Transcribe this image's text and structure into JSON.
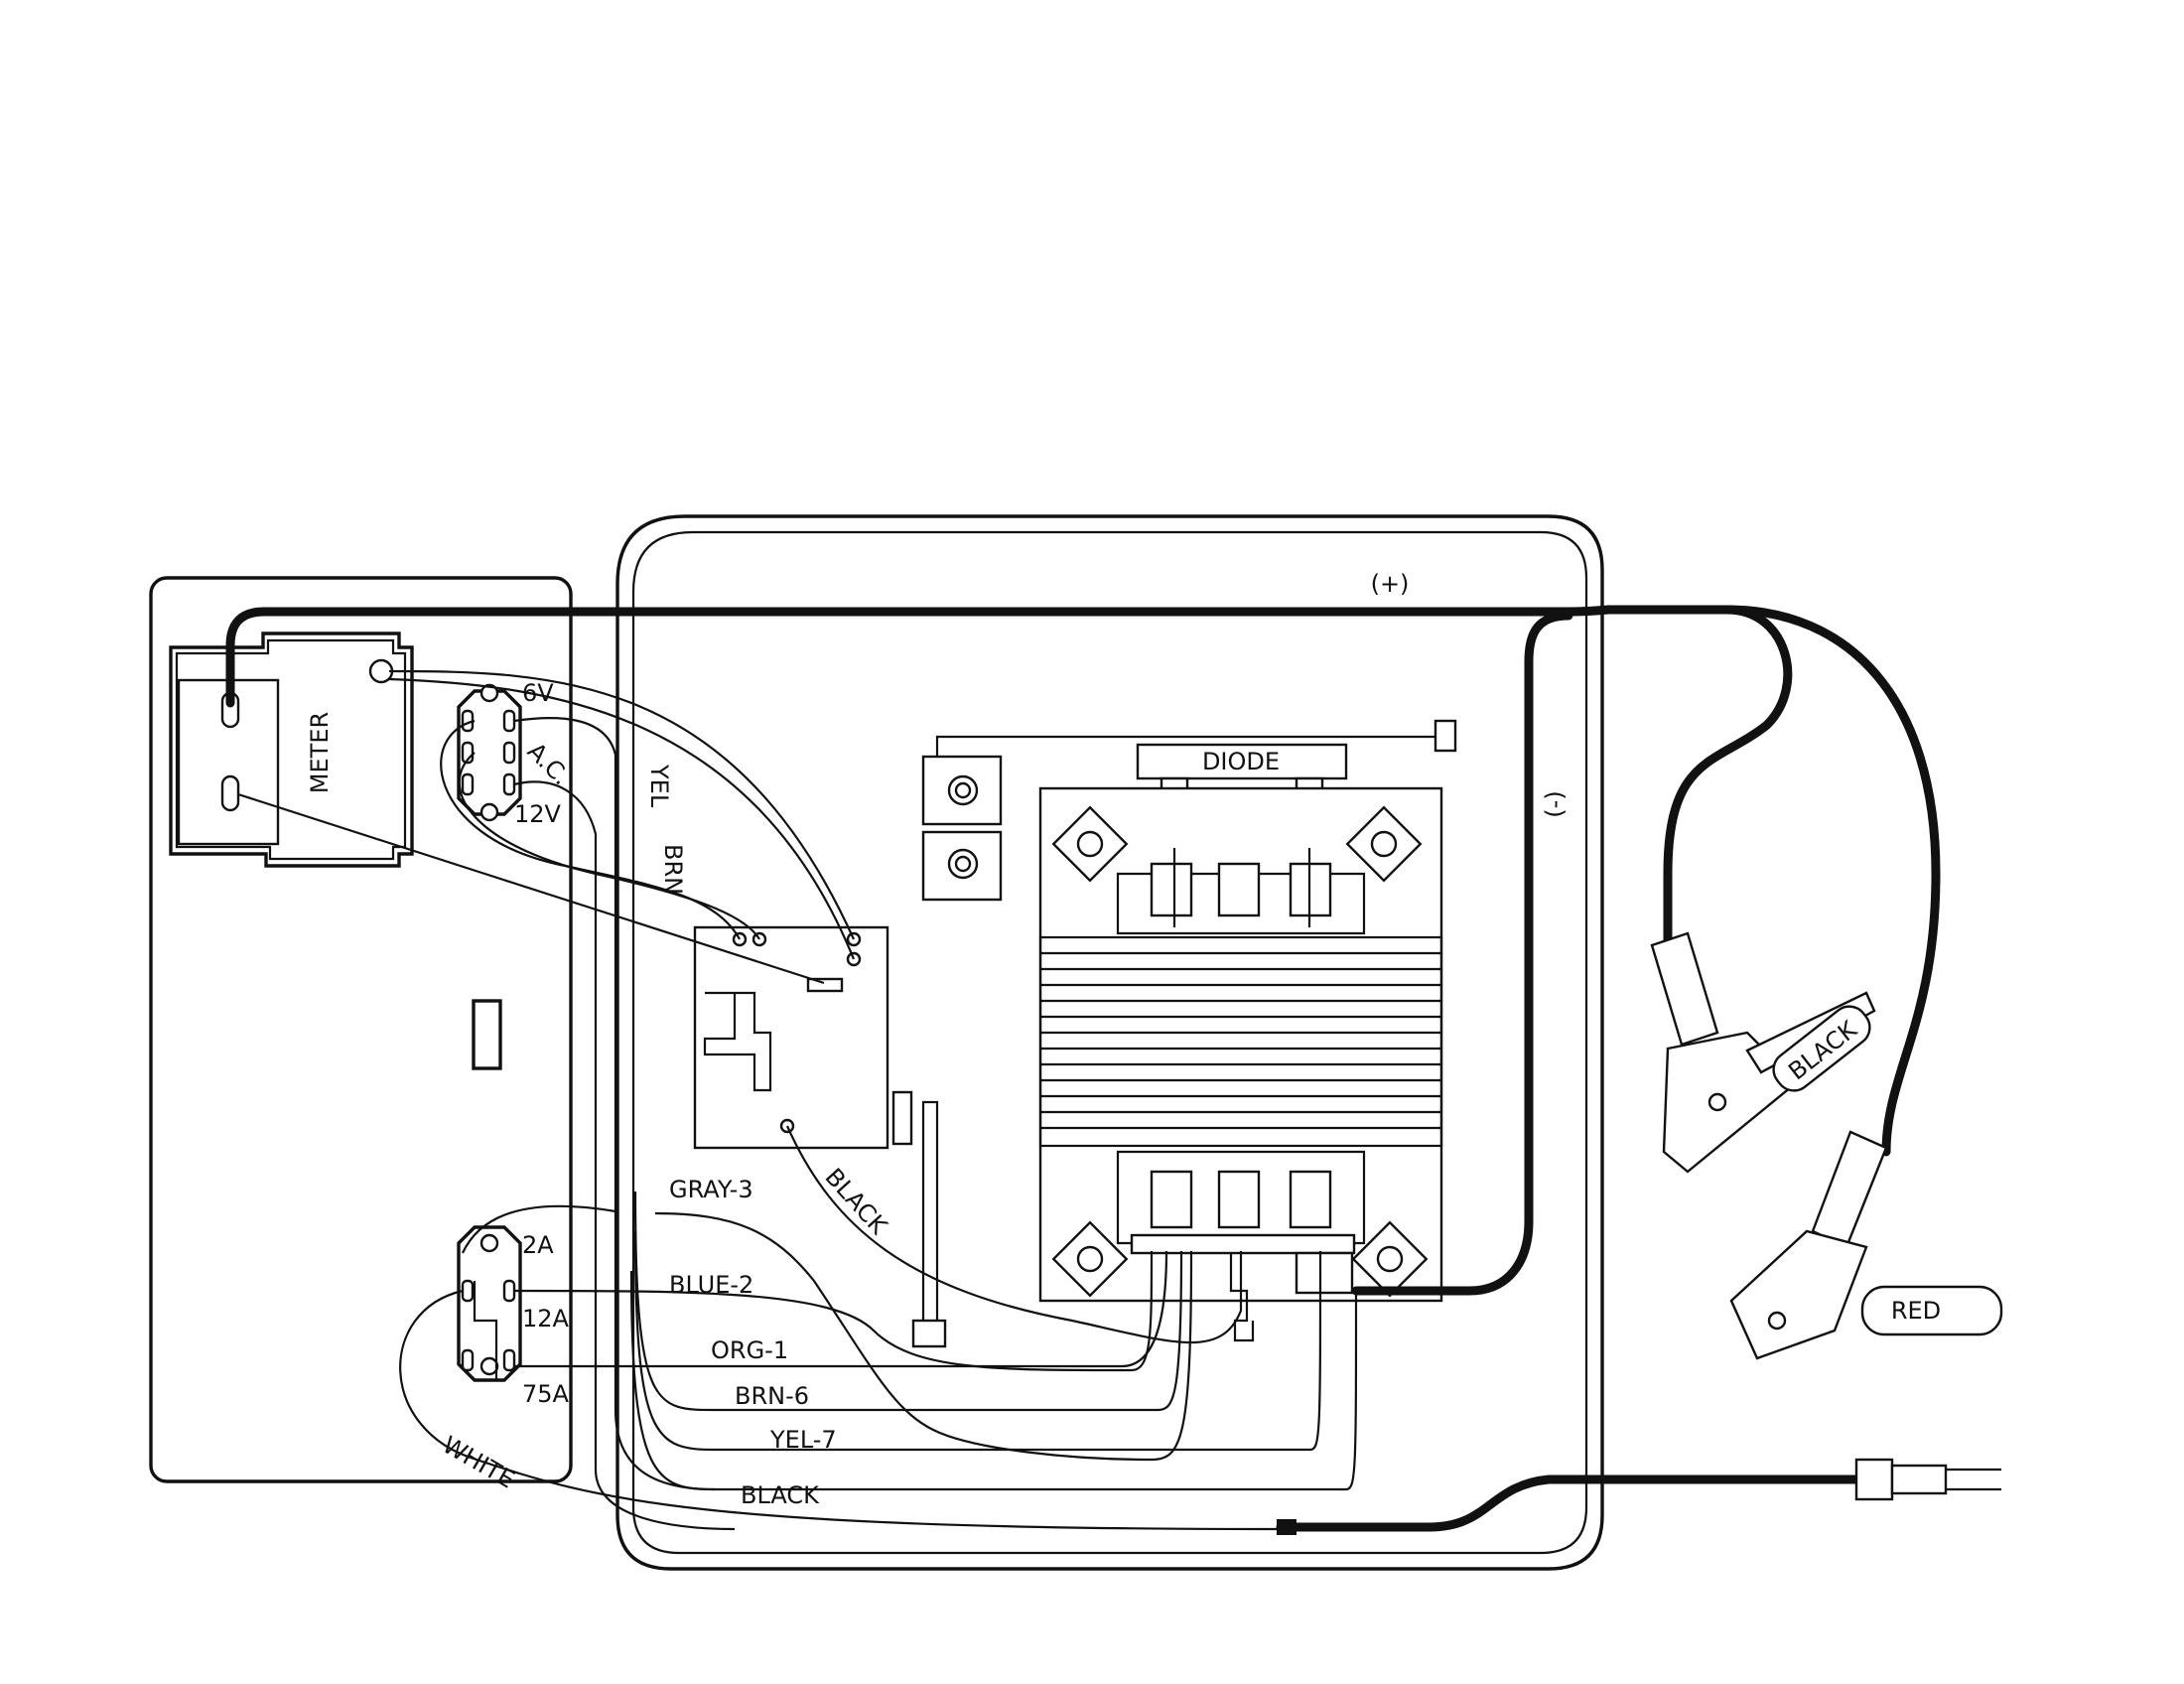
{
  "labels": {
    "meter": "METER",
    "v6": "6V",
    "ac": "A.C.",
    "v12": "12V",
    "yel": "YEL",
    "brn": "BRN",
    "diode": "DIODE",
    "plus": "(+)",
    "minus": "(-)",
    "black_clamp": "BLACK",
    "red_clamp": "RED",
    "gray3": "GRAY-3",
    "black_wire": "BLACK",
    "blue2": "BLUE-2",
    "org1": "ORG-1",
    "brn6": "BRN-6",
    "yel7": "YEL-7",
    "black_cord": "BLACK",
    "white": "WHITE",
    "a2": "2A",
    "a12": "12A",
    "a75": "75A"
  },
  "colors": {
    "line": "#111111",
    "background": "#ffffff"
  }
}
